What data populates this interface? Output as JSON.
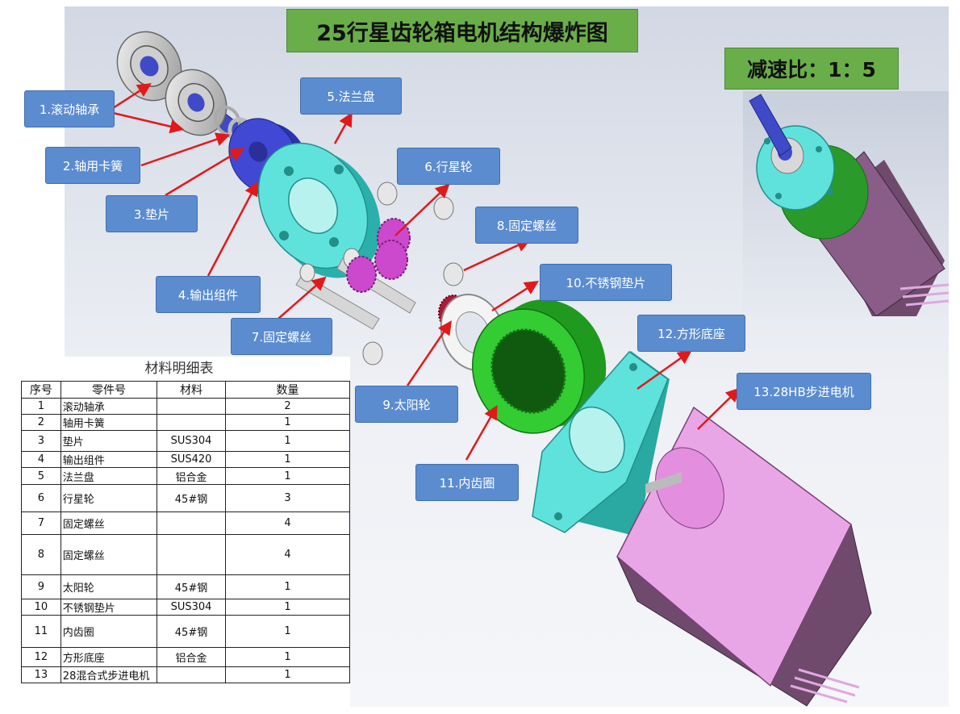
{
  "title": "25行星齿轮箱电机结构爆炸图",
  "reduction_ratio": "减速比：1：5",
  "callouts": [
    "1.滚动轴承",
    "2.轴用卡簧",
    "3.垫片",
    "4.输出组件",
    "5.法兰盘",
    "6.行星轮",
    "7.固定螺丝",
    "8.固定螺丝",
    "9.太阳轮",
    "10.不锈钢垫片",
    "11.内齿圈",
    "12.方形底座",
    "13.28HB步进电机"
  ],
  "bom": {
    "title": "材料明细表",
    "headers": [
      "序号",
      "零件号",
      "材料",
      "数量"
    ],
    "rows": [
      {
        "no": "1",
        "name": "滚动轴承",
        "material": "",
        "qty": "2"
      },
      {
        "no": "2",
        "name": "轴用卡簧",
        "material": "",
        "qty": "1"
      },
      {
        "no": "3",
        "name": "垫片",
        "material": "SUS304",
        "qty": "1"
      },
      {
        "no": "4",
        "name": "输出组件",
        "material": "SUS420",
        "qty": "1"
      },
      {
        "no": "5",
        "name": "法兰盘",
        "material": "铝合金",
        "qty": "1"
      },
      {
        "no": "6",
        "name": "行星轮",
        "material": "45#钢",
        "qty": "3"
      },
      {
        "no": "7",
        "name": "固定螺丝",
        "material": "",
        "qty": "4"
      },
      {
        "no": "8",
        "name": "固定螺丝",
        "material": "",
        "qty": "4"
      },
      {
        "no": "9",
        "name": "太阳轮",
        "material": "45#钢",
        "qty": "1"
      },
      {
        "no": "10",
        "name": "不锈钢垫片",
        "material": "SUS304",
        "qty": "1"
      },
      {
        "no": "11",
        "name": "内齿圈",
        "material": "45#钢",
        "qty": "1"
      },
      {
        "no": "12",
        "name": "方形底座",
        "material": "铝合金",
        "qty": "1"
      },
      {
        "no": "13",
        "name": "28混合式步进电机",
        "material": "",
        "qty": "1"
      }
    ]
  },
  "colors": {
    "title_bg": "#6aae4a",
    "callout_bg": "#5b8ccf",
    "arrow": "#e0191b",
    "flange": "#4fd6d0",
    "output": "#3b3fc8",
    "gear_pink": "#c43fc4",
    "sun_gear": "#b0183a",
    "ring_gear": "#33cc33",
    "motor_pink": "#e9a6e6",
    "motor_dark": "#6f4a6d"
  }
}
